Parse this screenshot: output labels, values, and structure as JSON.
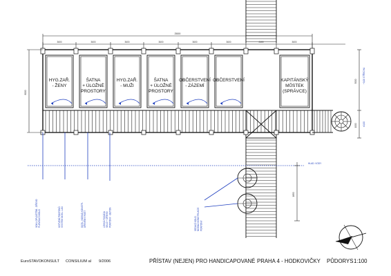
{
  "rooms": [
    {
      "id": "hyg-zeny",
      "line1": "HYG.ZAŘ.",
      "line2": "- ŽENY",
      "line3": ""
    },
    {
      "id": "satna-1",
      "line1": "ŠATNA",
      "line2": "+ ÚLOŽNÉ",
      "line3": "PROSTORY"
    },
    {
      "id": "hyg-muzi",
      "line1": "HYG.ZAŘ.",
      "line2": "- MUŽI",
      "line3": ""
    },
    {
      "id": "satna-2",
      "line1": "ŠATNA",
      "line2": "+ ÚLOŽNÉ",
      "line3": "PROSTORY"
    },
    {
      "id": "obcerstveni-zazemi",
      "line1": "OBČERSTVENÍ",
      "line2": "- ZÁZEMÍ",
      "line3": ""
    },
    {
      "id": "obcerstveni",
      "line1": "OBČERSTVENÍ",
      "line2": "",
      "line3": ""
    },
    {
      "id": "kapitansky-mustek",
      "line1": "KAPITÁNSKÝ",
      "line2": "MŮSTEK",
      "line3": "(SPRÁVCE)"
    }
  ],
  "dimensions": {
    "overall": "25800",
    "bays": [
      "3600",
      "3600",
      "3600",
      "3600",
      "3600",
      "3600",
      "2400",
      "3600"
    ],
    "height": "8000",
    "right_upper": "3000",
    "right_lower": "1000",
    "level_line": "1850",
    "level_mark": "HLAD. VODY",
    "right_level_upper": "+0,00 STŘECHA",
    "right_level_lower": "±0,00"
  },
  "notes": [
    {
      "id": "note-1",
      "lines": [
        "SOKL OPLÁŠTĚNÍ - DŘEVO",
        "PLOVOUCÍ MOLO"
      ]
    },
    {
      "id": "note-2",
      "lines": [
        "KOTVENÍ PONTONŮ",
        "SYSTÉM OCEL. LAN"
      ]
    },
    {
      "id": "note-3",
      "lines": [
        "OCEL. NOSNÁ KONSTR.",
        "DŘEVĚNÝ ROŠT"
      ]
    },
    {
      "id": "note-4",
      "lines": [
        "LEHKÁ FASÁDA",
        "SKLO + DŘEVO",
        "PONTONY - BETON"
      ]
    },
    {
      "id": "note-5",
      "lines": [
        "SEDACÍ KOLO",
        "NOSNÁ KONSTRUKCE",
        "PONTONY"
      ]
    }
  ],
  "footer": {
    "company": "EuroSTAVOKONSULT",
    "company2": "CONSILIUM al",
    "date": "9/2006",
    "title": "PŘÍSTAV (NEJEN) PRO HANDICAPOVANÉ",
    "location": "PRAHA 4 - HODKOVIČKY",
    "sheet": "PŮDORYS",
    "scale": "1:100"
  },
  "colors": {
    "ink": "#111111",
    "annotation": "#1f3fbf",
    "paper": "#ffffff"
  },
  "icons": [
    "north-arrow-icon",
    "life-ring-icon",
    "bollard-icon"
  ]
}
